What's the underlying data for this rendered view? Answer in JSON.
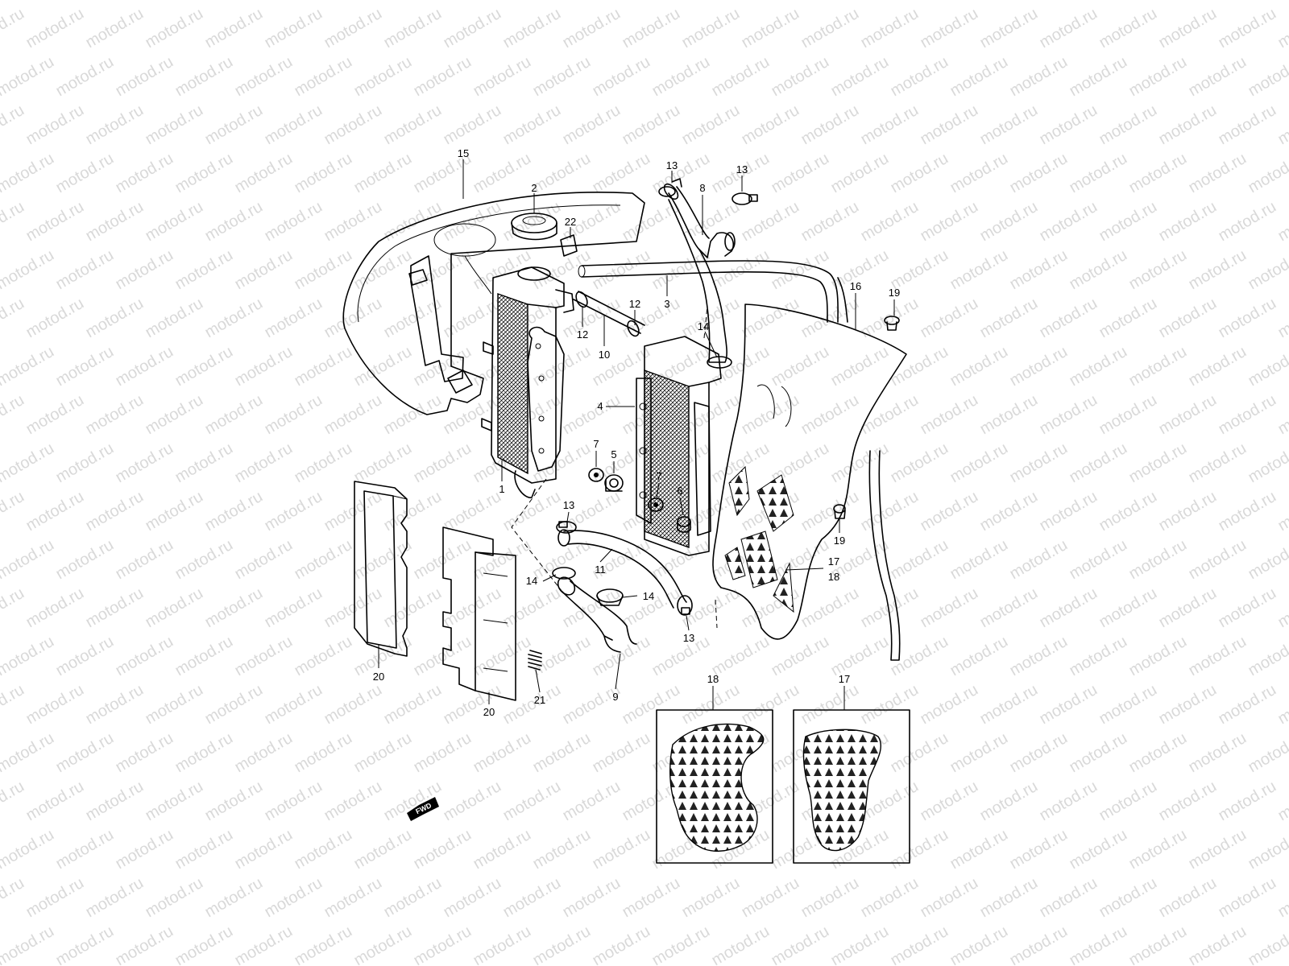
{
  "watermark": {
    "text": "motod.ru",
    "color": "#d9d9d9"
  },
  "fwd_label": "FWD",
  "callouts": [
    {
      "id": "c15",
      "text": "15"
    },
    {
      "id": "c2",
      "text": "2"
    },
    {
      "id": "c22",
      "text": "22"
    },
    {
      "id": "c13a",
      "text": "13"
    },
    {
      "id": "c8",
      "text": "8"
    },
    {
      "id": "c13b",
      "text": "13"
    },
    {
      "id": "c3",
      "text": "3"
    },
    {
      "id": "c16",
      "text": "16"
    },
    {
      "id": "c19a",
      "text": "19"
    },
    {
      "id": "c12a",
      "text": "12"
    },
    {
      "id": "c12b",
      "text": "12"
    },
    {
      "id": "c10",
      "text": "10"
    },
    {
      "id": "c14a",
      "text": "14"
    },
    {
      "id": "c4",
      "text": "4"
    },
    {
      "id": "c7a",
      "text": "7"
    },
    {
      "id": "c5",
      "text": "5"
    },
    {
      "id": "c7b",
      "text": "7"
    },
    {
      "id": "c6",
      "text": "6"
    },
    {
      "id": "c1",
      "text": "1"
    },
    {
      "id": "c13c",
      "text": "13"
    },
    {
      "id": "c19b",
      "text": "19"
    },
    {
      "id": "c17a",
      "text": "17"
    },
    {
      "id": "c18a",
      "text": "18"
    },
    {
      "id": "c11",
      "text": "11"
    },
    {
      "id": "c14b",
      "text": "14"
    },
    {
      "id": "c14c",
      "text": "14"
    },
    {
      "id": "c13d",
      "text": "13"
    },
    {
      "id": "c20a",
      "text": "20"
    },
    {
      "id": "c21",
      "text": "21"
    },
    {
      "id": "c9",
      "text": "9"
    },
    {
      "id": "c20b",
      "text": "20"
    },
    {
      "id": "c18b",
      "text": "18"
    },
    {
      "id": "c17b",
      "text": "17"
    }
  ]
}
